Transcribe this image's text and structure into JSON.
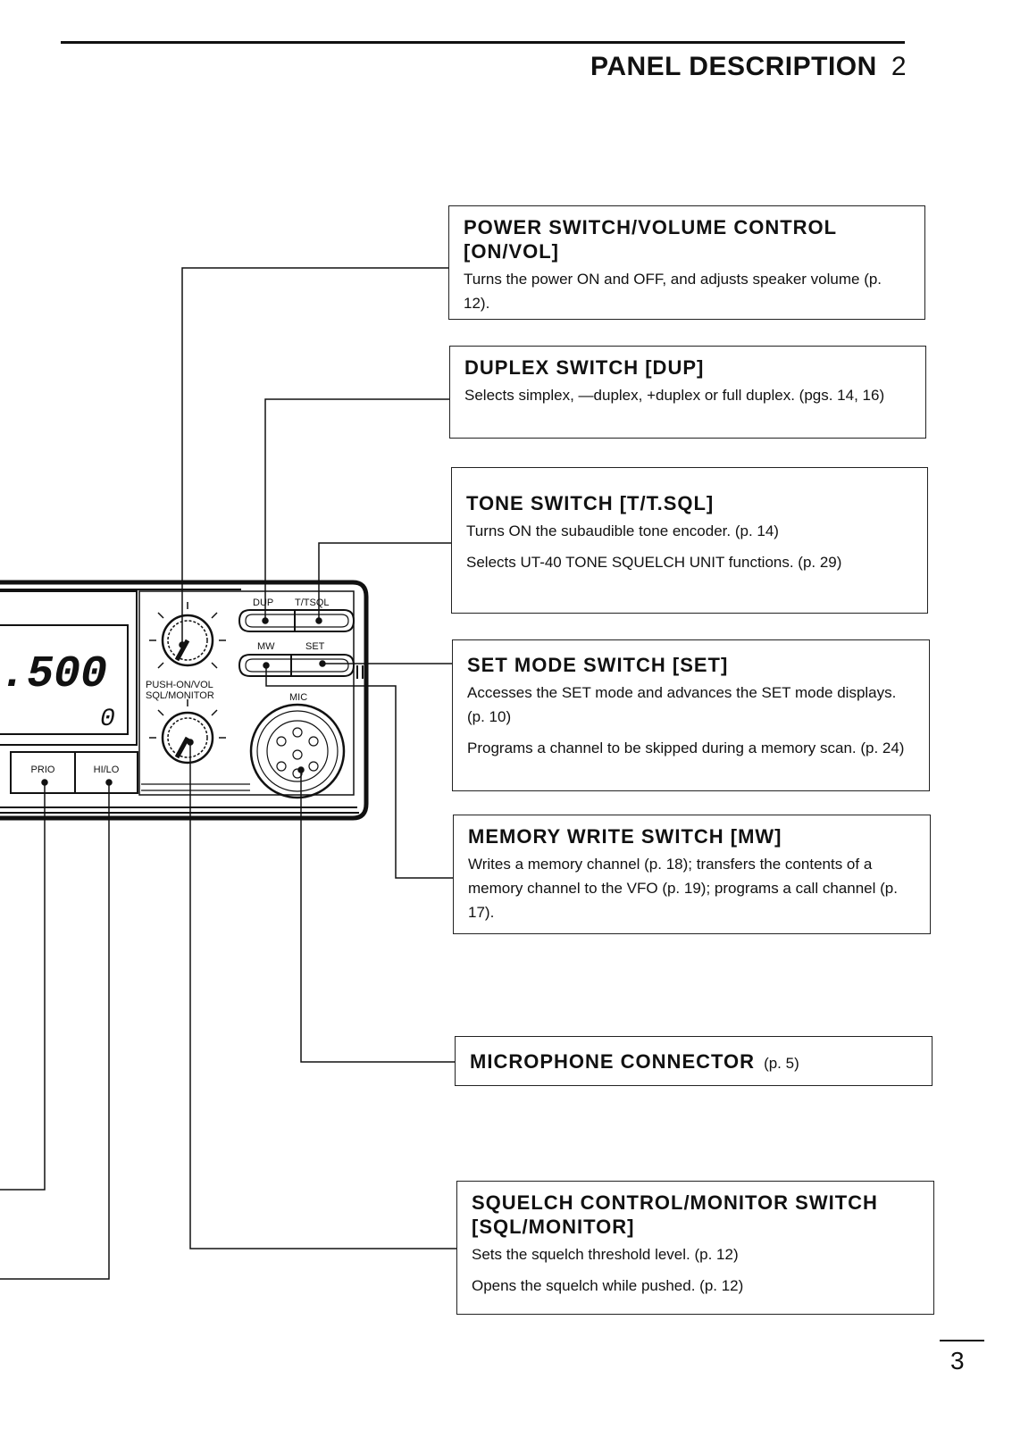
{
  "header": {
    "title": "PANEL DESCRIPTION",
    "section": "2"
  },
  "page_number": "3",
  "panel": {
    "display_main": ".500",
    "display_sub": "0",
    "labels": {
      "dup": "DUP",
      "tsql": "T/TSQL",
      "mw": "MW",
      "set": "SET",
      "vol": "PUSH-ON/VOL",
      "sql": "SQL/MONITOR",
      "mic": "MIC",
      "prio": "PRIO",
      "hilo": "HI/LO"
    }
  },
  "callouts": [
    {
      "title": "POWER SWITCH/VOLUME CONTROL [ON/VOL]",
      "lines": [
        "Turns the power ON and OFF, and adjusts speaker volume (p. 12)."
      ]
    },
    {
      "title": "DUPLEX SWITCH [DUP]",
      "lines": [
        "Selects simplex, —duplex, +duplex or full duplex. (pgs. 14, 16)"
      ]
    },
    {
      "title": "TONE SWITCH [T/T.SQL]",
      "lines": [
        "Turns ON the subaudible tone encoder. (p. 14)",
        "Selects UT-40 TONE SQUELCH UNIT functions. (p. 29)"
      ]
    },
    {
      "title": "SET MODE SWITCH [SET]",
      "lines": [
        "Accesses the SET mode and advances the SET mode displays. (p. 10)",
        "Programs a channel to be skipped during a memory scan. (p. 24)"
      ]
    },
    {
      "title": "MEMORY WRITE SWITCH [MW]",
      "lines": [
        "Writes a memory channel (p. 18); transfers the contents of a memory channel to the VFO (p. 19); programs a call channel (p. 17)."
      ]
    },
    {
      "title": "MICROPHONE CONNECTOR",
      "ref": "(p. 5)",
      "lines": []
    },
    {
      "title": "SQUELCH CONTROL/MONITOR SWITCH [SQL/MONITOR]",
      "lines": [
        "Sets the squelch threshold level. (p. 12)",
        "Opens the squelch while pushed. (p. 12)"
      ]
    }
  ]
}
